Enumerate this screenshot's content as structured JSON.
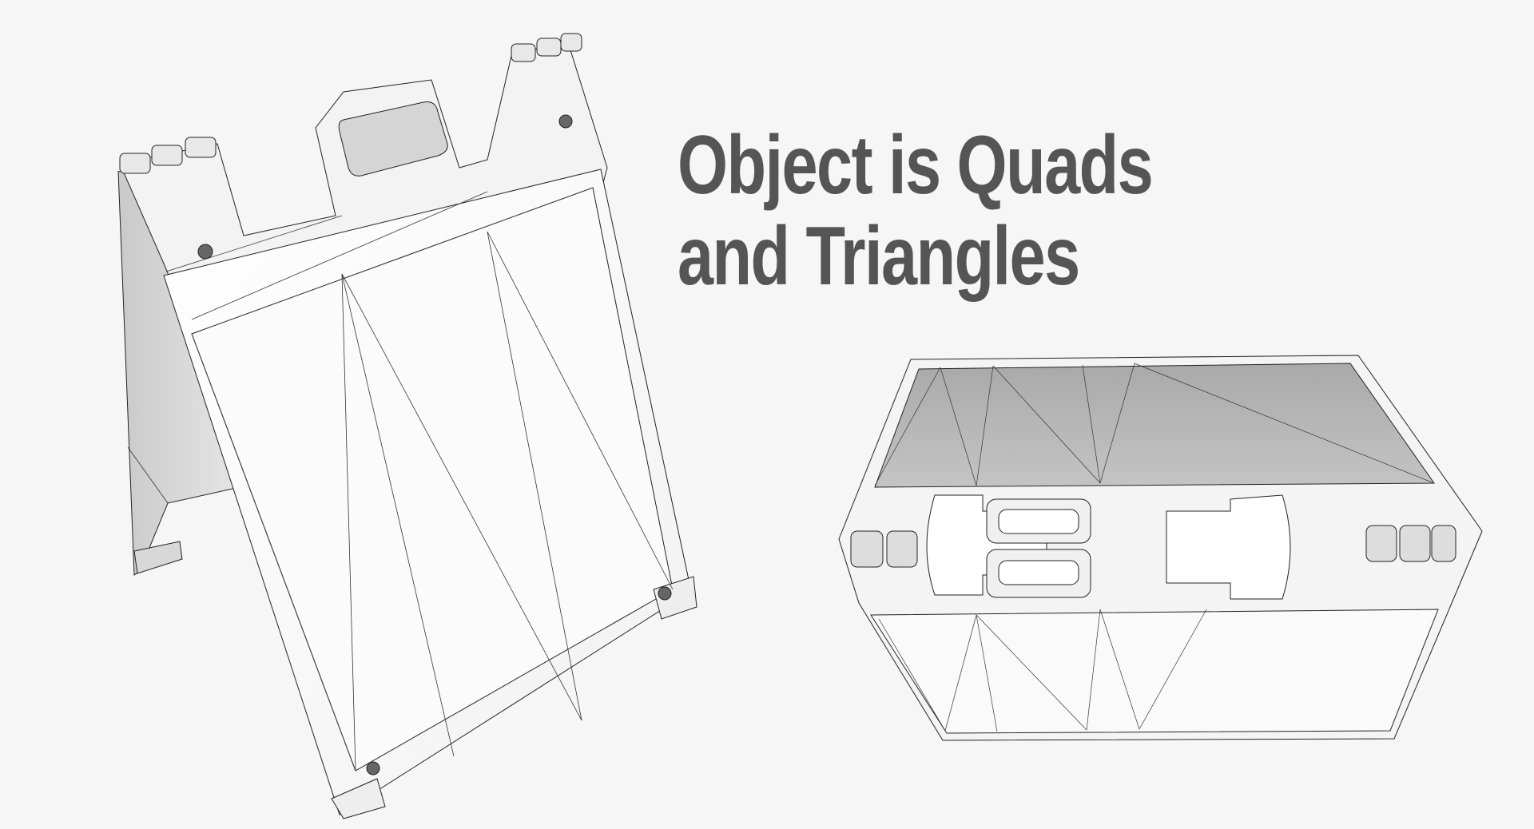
{
  "headline": {
    "line1": "Object is Quads",
    "line2": "and Triangles",
    "color": "#555555"
  },
  "background": "#f6f6f6",
  "renders": [
    {
      "name": "a-frame-sign-perspective-view",
      "style": "wireframe-on-shaded"
    },
    {
      "name": "a-frame-sign-top-view",
      "style": "wireframe-on-shaded"
    }
  ]
}
